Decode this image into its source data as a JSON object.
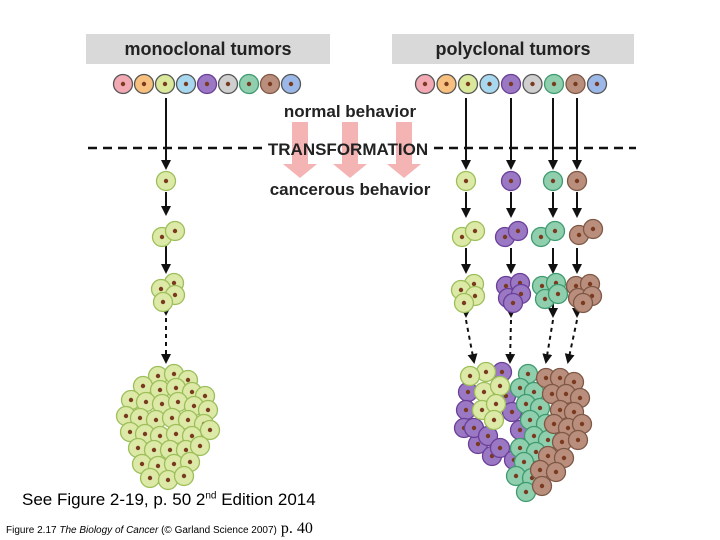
{
  "diagram": {
    "left_header": "monoclonal tumors",
    "right_header": "polyclonal tumors",
    "normal_label": "normal behavior",
    "transformation_label": "TRANSFORMATION",
    "cancerous_label": "cancerous behavior"
  },
  "caption": {
    "main_pre": "See Figure 2-19, p. 50 2",
    "main_sup": "nd",
    "main_post": " Edition 2014",
    "credit_pre": "Figure 2.17 ",
    "credit_book": "The Biology of Cancer",
    "credit_post": " (© Garland Science 2007)",
    "page": "p. 40"
  },
  "colors": {
    "header_bg": "#d9d9d9",
    "transformation_arrow": "#f4b4b4",
    "yellow_green_cell": "#dde9a6",
    "purple_cell": "#9a78c4",
    "teal_cell": "#8fcfae",
    "brown_cell": "#b98e7c",
    "cell_nucleus": "#7a3a1f"
  }
}
